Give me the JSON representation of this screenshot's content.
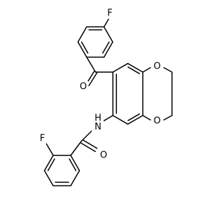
{
  "molecule": {
    "atoms": [
      {
        "id": "f_top",
        "symbol": "F"
      },
      {
        "id": "o_ketone",
        "symbol": "O"
      },
      {
        "id": "o_ring_1",
        "symbol": "O"
      },
      {
        "id": "o_ring_2",
        "symbol": "O"
      },
      {
        "id": "nh",
        "symbol": "H"
      },
      {
        "id": "n_amide",
        "symbol": "N"
      },
      {
        "id": "f_left",
        "symbol": "F"
      },
      {
        "id": "o_amide",
        "symbol": "O"
      }
    ],
    "colors": {
      "bond": "#000000",
      "label": "#000000",
      "background": "#ffffff"
    }
  }
}
